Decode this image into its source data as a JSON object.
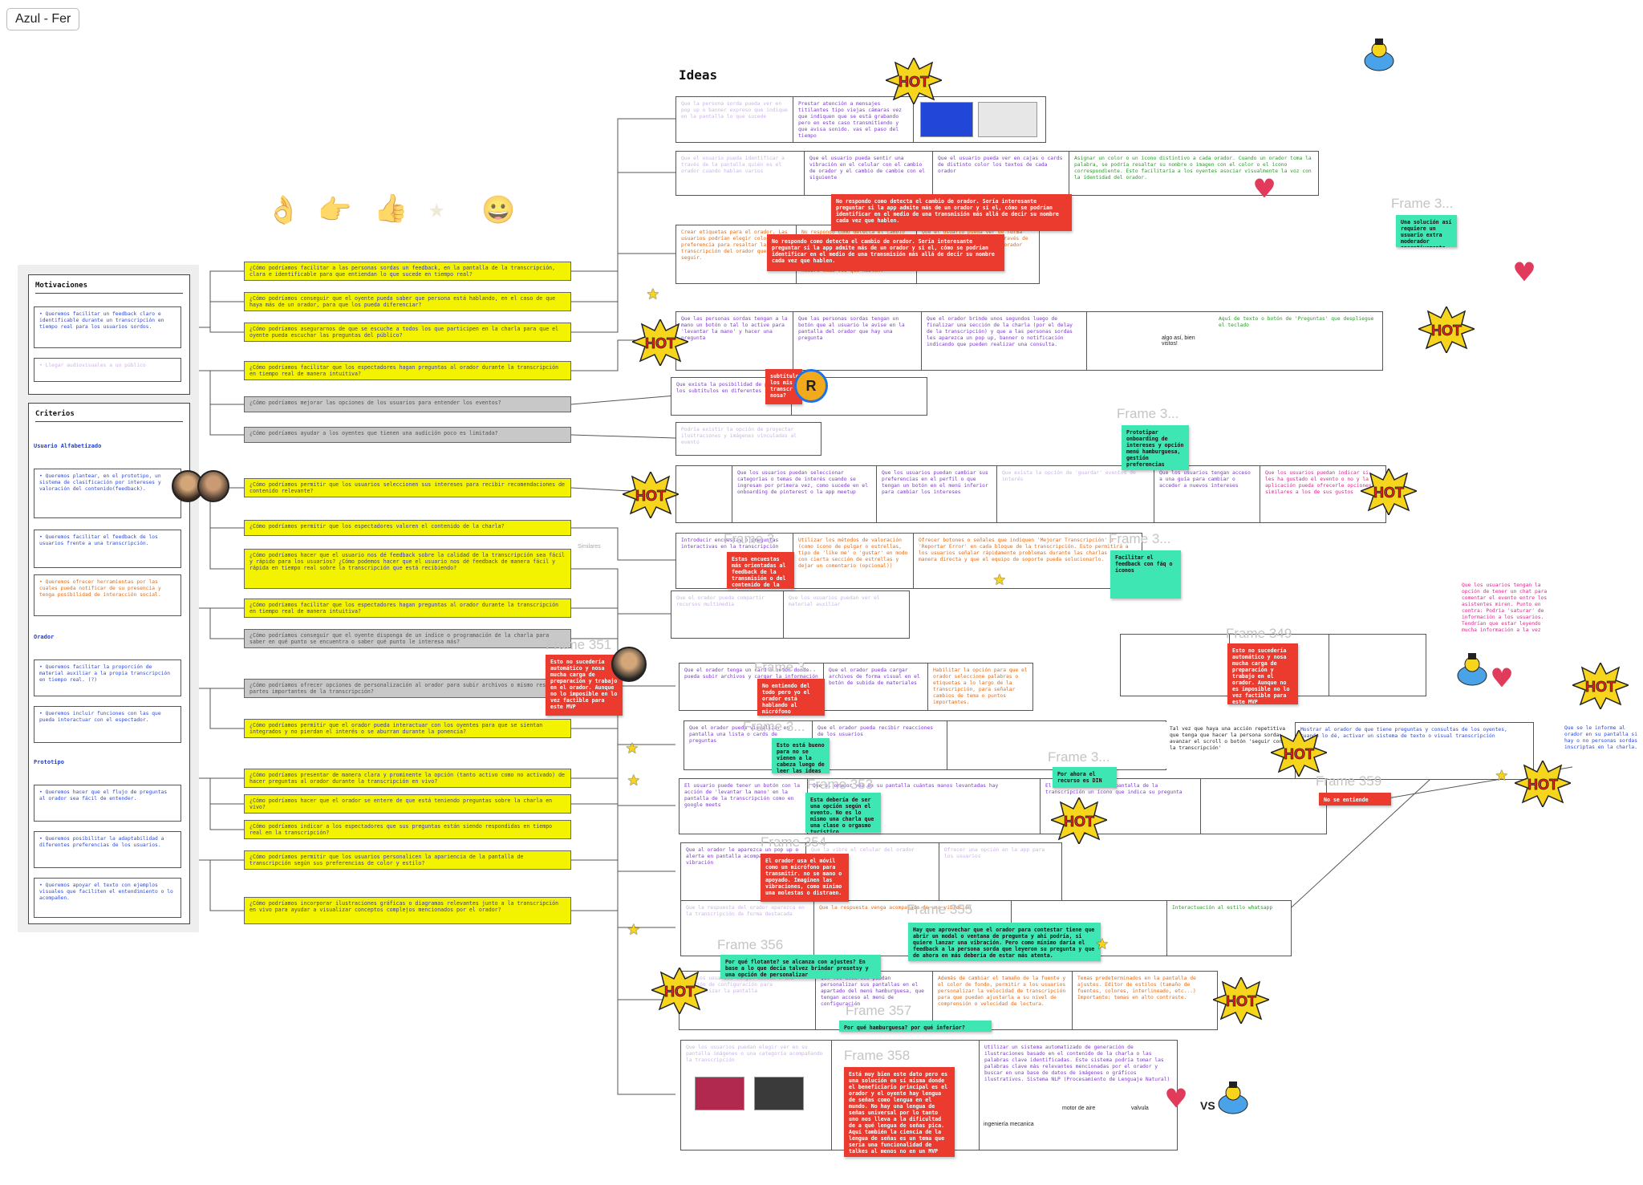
{
  "tab": {
    "label": "Azul - Fer"
  },
  "ideas_title": "Ideas",
  "motivaciones": {
    "title": "Motivaciones",
    "items": [
      "• Queremos facilitar un feedback claro e identificable durante un transcripción en tiempo real para los usuarios sordos.",
      "• Llegar audiovisuales a un público"
    ]
  },
  "criterios": {
    "title": "Criterios",
    "groups": [
      {
        "label": "Usuario Alfabetizado",
        "items": [
          "• Queremos plantear, en el prototipo, un sistema de clasificación por intereses y valoración del contenido(feedback).",
          "• Queremos facilitar el feedback de los usuarios frente a una transcripción.",
          "• Queremos ofrecer herramientas por las cuales pueda notificar de su presencia y tenga posibilidad de interacción social."
        ]
      },
      {
        "label": "Orador",
        "items": [
          "• Queremos facilitar la proporción de material auxiliar a la propia transcripción en tiempo real. (?)",
          "• Queremos incluir funciones con las que pueda interactuar con el espectador."
        ]
      },
      {
        "label": "Prototipo",
        "items": [
          "• Queremos hacer que el flujo de preguntas al orador sea fácil de entender.",
          "• Queremos posibilitar la adaptabilidad a diferentes preferencias de los usuarios.",
          "• Queremos apoyar el texto con ejemplos visuales que faciliten el entendimiento o lo acompañen."
        ]
      }
    ]
  },
  "questions": [
    {
      "text": "¿Cómo podríamos facilitar a las personas sordas un feedback, en la pantalla de la transcripción, clara e identificable para que entiendan lo que sucede en tiempo real?",
      "tone": "y"
    },
    {
      "text": "¿Cómo podríamos conseguir que el oyente pueda saber que persona está hablando, en el caso de que haya más de un orador, para que los pueda diferenciar?",
      "tone": "y"
    },
    {
      "text": "¿Cómo podríamos asegurarnos de que se escuche a todos los que participen en la charla para que el oyente pueda escuchar las preguntas del público?",
      "tone": "y"
    },
    {
      "text": "¿Cómo podríamos facilitar que los espectadores hagan preguntas al orador durante la transcripción en tiempo real de manera intuitiva?",
      "tone": "y"
    },
    {
      "text": "¿Cómo podríamos mejorar las opciones de los usuarios para entender los eventos?",
      "tone": "g"
    },
    {
      "text": "¿Cómo podríamos ayudar a los oyentes que tienen una audición poco es limitada?",
      "tone": "g"
    },
    {
      "text": "¿Cómo podríamos permitir que los usuarios seleccionen sus intereses para recibir recomendaciones de contenido relevante?",
      "tone": "y"
    },
    {
      "text": "¿Cómo podríamos permitir que los espectadores valoren el contenido de la charla?",
      "tone": "y"
    },
    {
      "text": "¿Cómo podríamos hacer que el usuario nos dé feedback sobre la calidad de la transcripción sea fácil y rápido para los usuarios? ¿Cómo podemos hacer que el usuario nos dé feedback de manera fácil y rápida en tiempo real sobre la transcripción que está recibiendo?",
      "tone": "y"
    },
    {
      "text": "¿Cómo podríamos facilitar que los espectadores hagan preguntas al orador durante la transcripción en tiempo real de manera intuitiva?",
      "tone": "y"
    },
    {
      "text": "¿Cómo podríamos conseguir que el oyente disponga de un índice o programación de la charla para saber en qué punto se encuentra o saber qué punto le interesa más?",
      "tone": "g"
    },
    {
      "text": "¿Cómo podríamos ofrecer opciones de personalización al orador para subir archivos o mismo resaltar partes importantes de la transcripción?",
      "tone": "g"
    },
    {
      "text": "¿Cómo podríamos permitir que el orador pueda interactuar con los oyentes para que se sientan integrados y no pierdan el interés o se aburran durante la ponencia?",
      "tone": "y"
    },
    {
      "text": "¿Cómo podríamos presentar de manera clara y prominente la opción (tanto activo como no activado) de hacer preguntas al orador durante la transcripción en vivo?",
      "tone": "y"
    },
    {
      "text": "¿Cómo podríamos hacer que el orador se entere de que está teniendo preguntas sobre la charla en vivo?",
      "tone": "y"
    },
    {
      "text": "¿Cómo podríamos indicar a los espectadores que sus preguntas están siendo respondidas en tiempo real en la transcripción?",
      "tone": "y"
    },
    {
      "text": "¿Cómo podríamos permitir que los usuarios personalicen la apariencia de la pantalla de transcripción según sus preferencias de color y estilo?",
      "tone": "y"
    },
    {
      "text": "¿Cómo podríamos incorporar ilustraciones gráficas o diagramas relevantes junto a la transcripción en vivo para ayudar a visualizar conceptos complejos mencionados por el orador?",
      "tone": "y"
    }
  ],
  "rows": [
    [
      "Que la persona sorda pueda ver en pop up o banner expreso que indique en la pantalla lo que sucede",
      "Prestar atención a mensajes titilantes tipo viejas cámaras vez que indiquen que se está grabando pero en este caso transmitiendo y que avisa sonido. vas el paso del tiempo"
    ],
    [
      "Que el usuario pueda identificar a través de la pantalla quién es el orador cuando hablan varios",
      "Que el usuario pueda sentir una vibración en el celular con el cambio de orador y el cambio de cambie con el siguiente",
      "Que el usuario pueda ver en cajas o cards de distinto color los textos de cada orador",
      "Asignar un color o un ícono distintivo a cada orador. Cuando un orador toma la palabra, se podría resaltar su nombre o imagen con el color o el ícono correspondiente. Esto facilitaría a los oyentes asociar visualmente la voz con la identidad del orador."
    ],
    [
      "Crear etiquetas para el orador. Las usuarios podrían elegir color en preferencia para resaltar la transcripción del orador que quieren seguir.",
      "No respondo como detecta el cambio de orador. Sería interesante preguntar si la app admite más de un orador y si el, cómo se podrían identificar en el medio de una transmisión más allá de decir su nombre cada vez que hablen.",
      "Que el usuario pueda ver de forma diferenciada los textos a través de distintas preferencias del orador"
    ],
    [
      "Que las personas sordas tengan a la mano un botón o tal lo active para 'levantar la mano' y hacer una pregunta",
      "Que las personas sordas tengan un botón que al usuario le avise en la pantalla del orador que hay una pregunta",
      "Que el orador brinde unos segundos luego de finalizar una sección de la charla (por el delay de la transcripción) y que a las personas sordas les aparezca un pop up, banner o notificación indicando que pueden realizar una consulta.",
      "Aquí de texto o botón de 'Preguntas' que despliegue el teclado"
    ],
    [
      "Que exista la posibilidad de poner los subtítulos en diferentes idiomas"
    ],
    [
      "Podría existir la opción de proyectar ilustraciones y imágenes vinculadas al evento"
    ],
    [
      "Que los usuarios puedan seleccionar categorías o temas de interés cuando se ingresan por primera vez, como sucede en el onboarding de pinterest o la app meetup",
      "Que los usuarios puedan cambiar sus preferencias en el perfil o que tengan un botón en el menú inferior para cambiar los intereses",
      "Que exista la opción de 'guardar' eventos de interés",
      "Que los usuarios tengan acceso a una guía para cambiar o acceder a nuevos intereses",
      "Que los usuarios puedan indicar si les ha gustado el evento o no y la aplicación pueda ofrecerle opciones similares a los de sus gustos"
    ],
    [
      "Introducir encuestas o preguntas interactivas en la transcripción",
      "Utilizar los métodos de valoración (como ícono de pulgar o estrellas, tipo de 'like me' o 'gustar' en modo con cierta sección de estrellas y dejar un comentario (opcional))",
      "Ofrecer botones o señales que indiquen 'Mejorar Transcripción' o 'Reportar Error' en cada bloque de la transcripción. Esto permitirá a los usuarios señalar rápidamente problemas durante las charlas de manera directa y que el equipo de soporte pueda solucionarlo."
    ],
    [
      "Que el orador pueda compartir recursos multimedia",
      "Que los usuarios puedan ver el material auxiliar"
    ],
    [
      "Que el orador tenga un card o botón donde pueda subir archivos y cargar la información",
      "Que el orador pueda cargar archivos de forma visual en el botón de subida de materiales",
      "Habilitar la opción para que el orador seleccione palabras o etiquetas a lo largo de la transcripción, para señalar cambios de tema o puntos importantes."
    ],
    [
      "Que el orador pueda visualizar en pantalla una lista o cards de preguntas",
      "Que el orador pueda recibir reacciones de los usuarios",
      "Tal vez que haya una acción repetitiva que tenga que hacer la persona sorda, avanzar el scroll o botón 'seguir con la transcripción'"
    ],
    [
      "El usuario puede tener un botón con la acción de 'levantar la mano' en la pantalla de la transcripción como en google meets",
      "Que el orador vea en su pantalla cuántas manos levantadas hay",
      "El usuario tiene en la pantalla de la transcripción un ícono que indica su pregunta",
      "Mostrar al orador de que tiene preguntas y consultas de los oyentes, cuando lo dé, activar un sistema de texto o visual transcripción"
    ],
    [
      "Que al orador le aparezca un pop up o alerta en pantalla acompañado de vibración",
      "Que la vibre el celular del orador",
      "Ofrecer una opción en la app para los usuarios"
    ],
    [
      "Que la respuesta del orador aparezca en la transcripción de forma destacada",
      "Que la respuesta venga acompañada de una vibración",
      "Interactuación al estilo whatsapp"
    ],
    [
      "Que los usuarios tengan acceso a una sección de configuración para personalizar la pantalla",
      "Que los usuarios puedan personalizar sus pantallas en el apartado del menú hamburguesa, que tengan acceso al menú de configuración",
      "Además de cambiar el tamaño de la fuente y el color de fondo, permitir a los usuarios personalizar la velocidad de transcripción para que puedan ajustarla a su nivel de comprensión o velocidad de lectura.",
      "Temas predeterminados en la pantalla de ajustes. Editor de estilos (tamaño de fuentes, colores, interlineado, etc...) Importante: temas en alto contraste."
    ],
    [
      "Que los usuarios puedan elegir ver en su pantalla imágenes o una categoría acompañando la transcripción",
      "Utilizar un sistema automatizado de generación de ilustraciones basado en el contenido de la charla o las palabras clave identificadas. Este sistema podría tomar las palabras clave más relevantes mencionadas por el orador y buscar en una base de datos de imágenes o gráficos ilustrativos. Sistema NLP (Procesamiento de Lenguaje Natural)"
    ]
  ],
  "notes": [
    {
      "text": "No respondo como detecta el cambio de orador. Sería interesante preguntar si la app admite más de un orador y si el, cómo se podrían identificar en el medio de una transmisión más allá de decir su nombre cada vez que hablen.",
      "color": "red"
    },
    {
      "text": "No respondo como detecta el cambio de orador. Sería interesante preguntar si la app admite más de un orador y si el, cómo se podrían identificar en el medio de una transmisión más allá de decir su nombre cada vez que hablen.",
      "color": "red"
    },
    {
      "text": "Una solución así requiere un usuario extra moderador operativamente",
      "color": "green"
    },
    {
      "text": "subtítulos los mis transcr nosa?",
      "color": "red"
    },
    {
      "text": "Prototipar onboarding de intereses y opción menú hamburguesa, gestión preferencias",
      "color": "green"
    },
    {
      "text": "Estas encuestas más orientadas al feedback de la transmisión o del contenido de la misma?",
      "color": "red"
    },
    {
      "text": "Facilitar el feedback con fáq o íconos",
      "color": "green"
    },
    {
      "text": "Esto no sucedería automático y nosa mucha carga de preparación y trabajo en el orador. Aunque no lo imposible en lo vez factible para este MVP",
      "color": "red"
    },
    {
      "text": "No entiendo del todo pero yo el orador está hablando al micrófono",
      "color": "red"
    },
    {
      "text": "Esto no sucedería automático y nosa mucha carga de preparación y trabajo en el orador. Aunque no es imposible no lo vez factible para este MVP",
      "color": "red"
    },
    {
      "text": "Esto está bueno para no se vienen a la cabeza luego de leer las ideas un 'pero'",
      "color": "green"
    },
    {
      "text": "Esta debería de ser una opción según el evento. No es lo mismo una charla que una clase o orgasmo turístico",
      "color": "green"
    },
    {
      "text": "Por ahora el recurso es DIN",
      "color": "green"
    },
    {
      "text": "No se entiende",
      "color": "red"
    },
    {
      "text": "El orador usa el móvil como un micrófono para transmitir. no se mano o apoyado. Imaginen las vibraciones, como mínimo una molestas o distraen.",
      "color": "red"
    },
    {
      "text": "Hay que aprovechar que el orador para contestar tiene que abrir un modal o ventana de pregunta y ahí podría, si quiere lanzar una vibración. Pero como mínimo daría el feedback a la persona sorda que leyeron su pregunta y que de ahora en más debería de estar más atenta.",
      "color": "green"
    },
    {
      "text": "Por qué flotante? se alcanza con ajustes? En base a lo que decía talvez brindar presetsy y una opción de personalizar",
      "color": "green"
    },
    {
      "text": "Por qué hamburguesa? por qué inferior?",
      "color": "green"
    },
    {
      "text": "Está muy bien este dato pero es una solución en sí misma donde el beneficiario principal es el orador y el oyente hay lengua de señas como lengua en el mundo. No hay una lengua de señas universal por lo tanto uno nos lleva a la dificultad de a qué lengua de señas pica. Aquí también la ciencia de la lengua de señas es un tema que sería una funcionalidad de talkes al menos no en un MVP",
      "color": "red"
    }
  ],
  "frame_labels": [
    "Frame 3...",
    "Frame 3...",
    "Frame 3",
    "Frame 3...",
    "Frame 351",
    "Frame 349",
    "Frame 3...",
    "Frame 3...",
    "Frame 353",
    "Frame 3...",
    "Frame 359",
    "Frame 354",
    "Frame 355",
    "Frame 356",
    "Frame 357",
    "Frame 358"
  ],
  "side_texts": [
    "Que los usuarios tengan la opción de tener un chat para comentar el evento entre los asistentes miren. Punto en contra: Podría 'saturar' de información a los usuarios. Tendrían que estar leyendo mucha información a la vez",
    "Que se le informe al orador en su pantalla si hay o no personas sordas inscriptas en la charla."
  ],
  "stray_texts": {
    "similares": "Similares",
    "algo_asi": "algo así, bien vistos!",
    "motor": "motor de aire",
    "valvula": "valvula",
    "ingenieria": "ingeniería mecanica",
    "vs": "VS",
    "avatar_r": "R",
    "hot": "HOT"
  },
  "colors": {
    "yellow_q": "#f3f300",
    "gray_q": "#c8c8c8",
    "red_note": "#ea3b2e",
    "green_note": "#3ee6b4",
    "hot_red": "#e4232b"
  },
  "icons": [
    "hot-sticker",
    "star-sticker",
    "heart-sticker",
    "bird-sticker",
    "reaction-emoji"
  ]
}
